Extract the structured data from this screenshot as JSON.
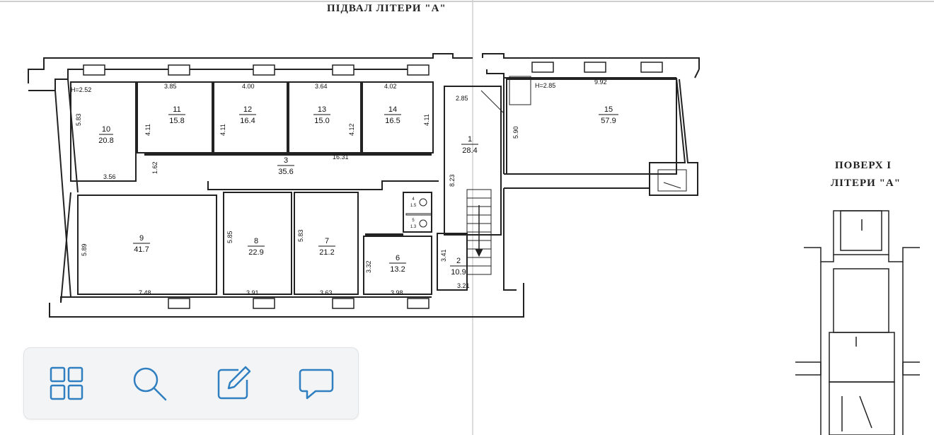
{
  "titles": {
    "basement": "ПІДВАЛ ЛІТЕРИ \"А\"",
    "floor1_line1": "ПОВЕРХ І",
    "floor1_line2": "ЛІТЕРИ \"А\""
  },
  "rooms": [
    {
      "num": "10",
      "area": "20.8"
    },
    {
      "num": "11",
      "area": "15.8"
    },
    {
      "num": "12",
      "area": "16.4"
    },
    {
      "num": "13",
      "area": "15.0"
    },
    {
      "num": "14",
      "area": "16.5"
    },
    {
      "num": "1",
      "area": "28.4"
    },
    {
      "num": "15",
      "area": "57.9"
    },
    {
      "num": "3",
      "area": "35.6"
    },
    {
      "num": "9",
      "area": "41.7"
    },
    {
      "num": "8",
      "area": "22.9"
    },
    {
      "num": "7",
      "area": "21.2"
    },
    {
      "num": "6",
      "area": "13.2"
    },
    {
      "num": "2",
      "area": "10.9"
    },
    {
      "num": "4",
      "area": "1.5"
    },
    {
      "num": "5",
      "area": "1.3"
    }
  ],
  "dimensions": [
    "H=2.52",
    "3.85",
    "4.00",
    "3.64",
    "4.02",
    "2.85",
    "H=2.85",
    "9.92",
    "5.83",
    "4.11",
    "4.11",
    "4.12",
    "4.11",
    "5.90",
    "1.62",
    "3.56",
    "16.31",
    "8.23",
    "5.89",
    "5.85",
    "5.83",
    "3.32",
    "3.41",
    "7.48",
    "3.91",
    "3.63",
    "3.98",
    "3.21"
  ],
  "toolbar": {
    "icons": [
      "grid-icon",
      "search-icon",
      "edit-icon",
      "comment-icon"
    ],
    "color": "#2f7fc1"
  }
}
